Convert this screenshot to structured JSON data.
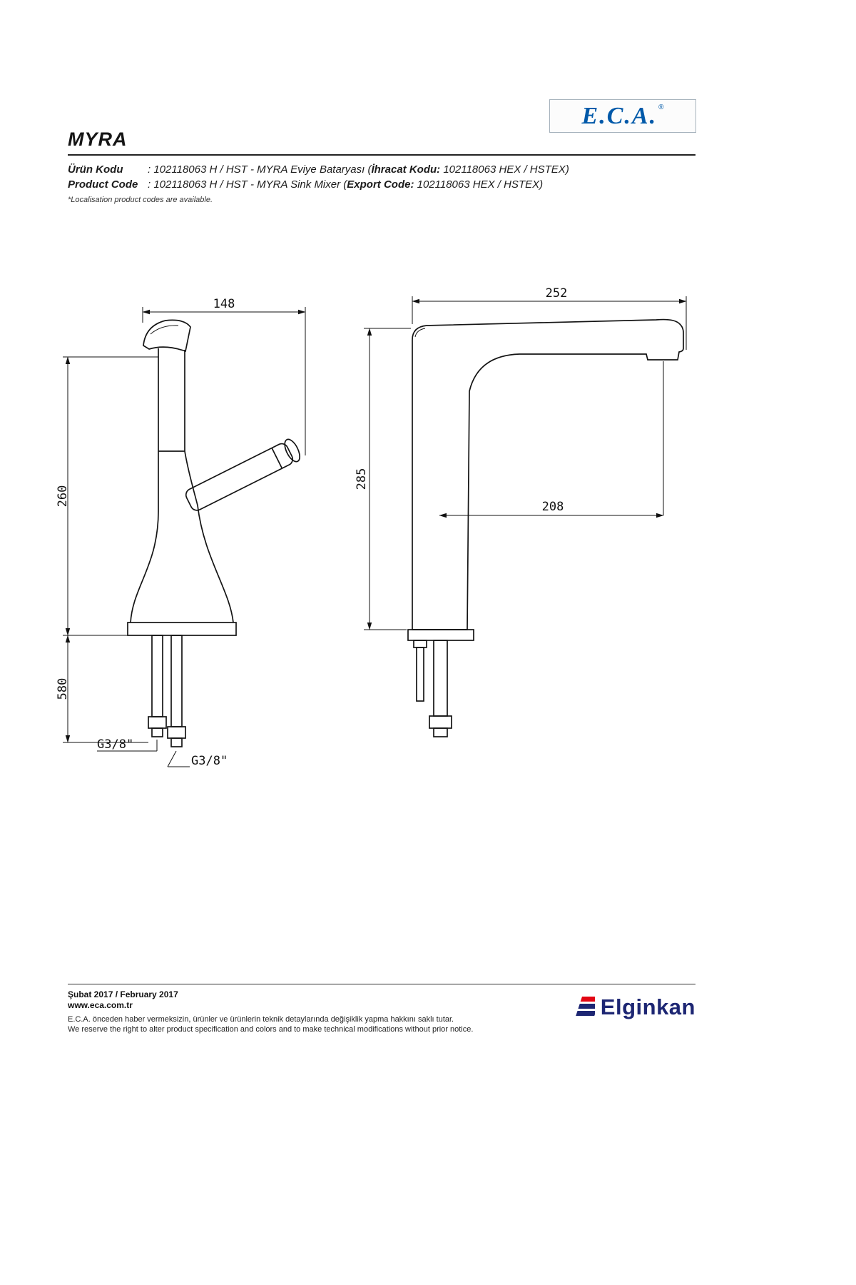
{
  "header": {
    "logo_text": "E.C.A.",
    "logo_reg": "®",
    "title": "MYRA"
  },
  "product": {
    "tr": {
      "label": "Ürün Kodu",
      "colon": ": ",
      "desc": "102118063 H / HST - MYRA Eviye Bataryası (",
      "export_label": "İhracat Kodu:",
      "export_value": " 102118063 HEX / HSTEX)"
    },
    "en": {
      "label": "Product Code",
      "colon": ": ",
      "desc": "102118063 H / HST - MYRA Sink Mixer (",
      "export_label": "Export Code:",
      "export_value": " 102118063 HEX / HSTEX)"
    },
    "note": "*Localisation product codes are available."
  },
  "drawings": {
    "front_view": {
      "width": "148",
      "height_upper": "260",
      "height_lower": "580",
      "thread_left": "G3/8\"",
      "thread_right": "G3/8\""
    },
    "side_view": {
      "depth": "252",
      "height": "285",
      "spout_reach": "208"
    }
  },
  "footer": {
    "date": "Şubat 2017 / February 2017",
    "website": "www.eca.com.tr",
    "disclaimer_tr": "E.C.A. önceden haber vermeksizin, ürünler ve ürünlerin teknik detaylarında değişiklik yapma hakkını saklı tutar.",
    "disclaimer_en": "We reserve the right to alter product specification and colors and to make technical modifications without prior notice.",
    "brand": "Elginkan"
  },
  "colors": {
    "eca_blue": "#0059A9",
    "elginkan_blue": "#1D2673",
    "elginkan_red": "#E30613",
    "line": "#141414"
  }
}
